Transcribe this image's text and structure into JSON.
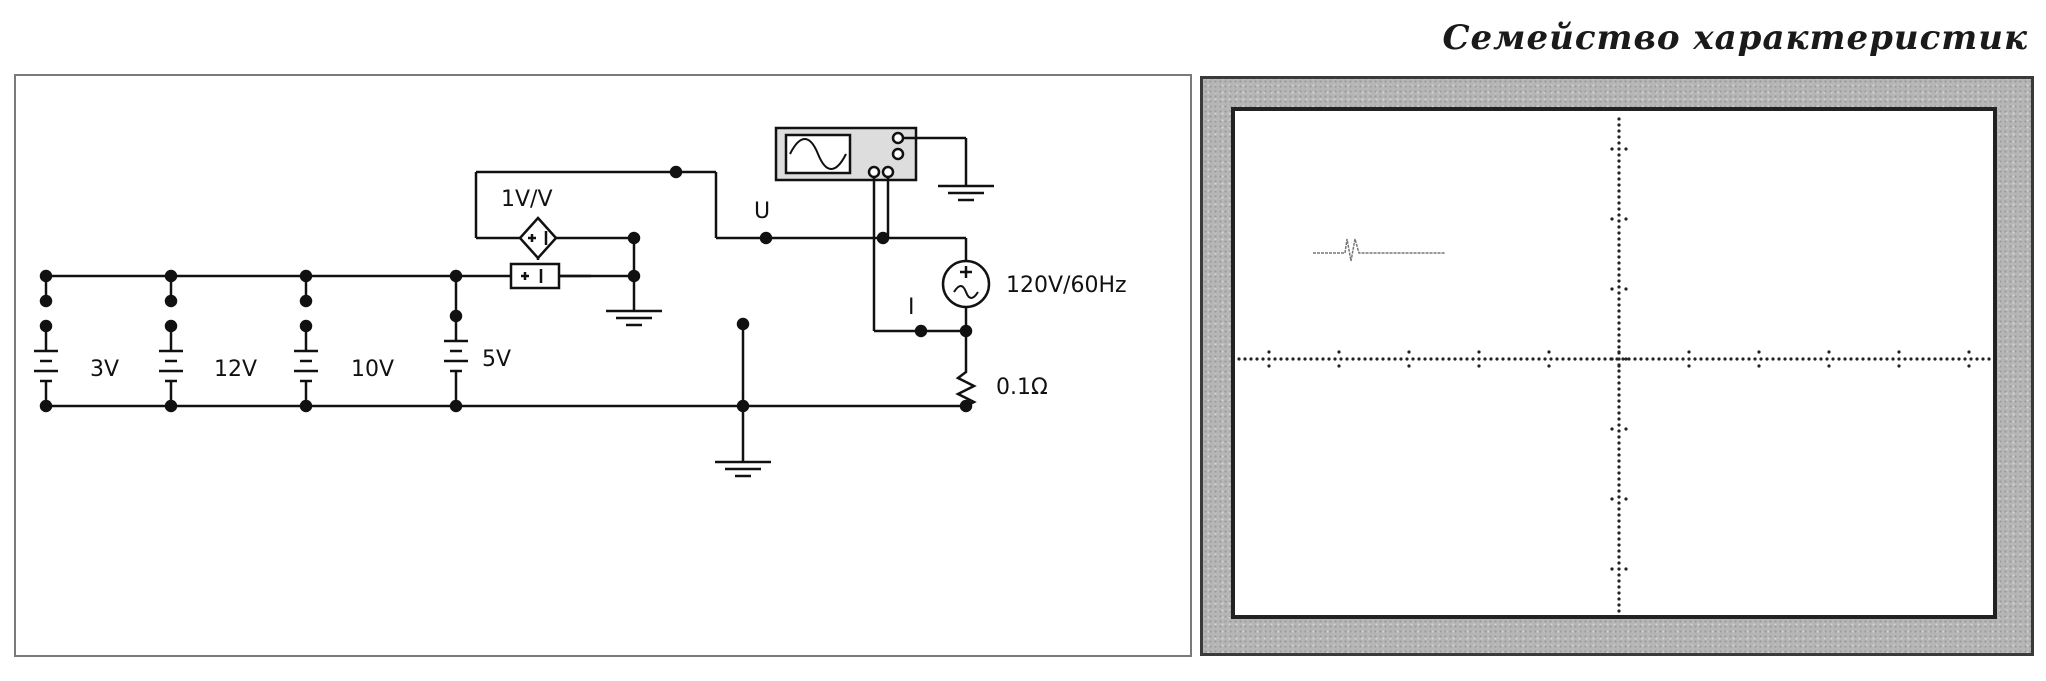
{
  "caption": "Семейство характеристик",
  "circuit": {
    "battery_labels": [
      "3V",
      "12V",
      "10V",
      "5V"
    ],
    "controlled_source_gain": "1V/V",
    "node_u_label": "U",
    "node_i_label": "I",
    "ac_source_label": "120V/60Hz",
    "resistor_label": "0.1Ω"
  },
  "colors": {
    "wire": "#111111",
    "panel_border": "#7a7a7a",
    "scope_bezel": "#b6b6b6"
  }
}
